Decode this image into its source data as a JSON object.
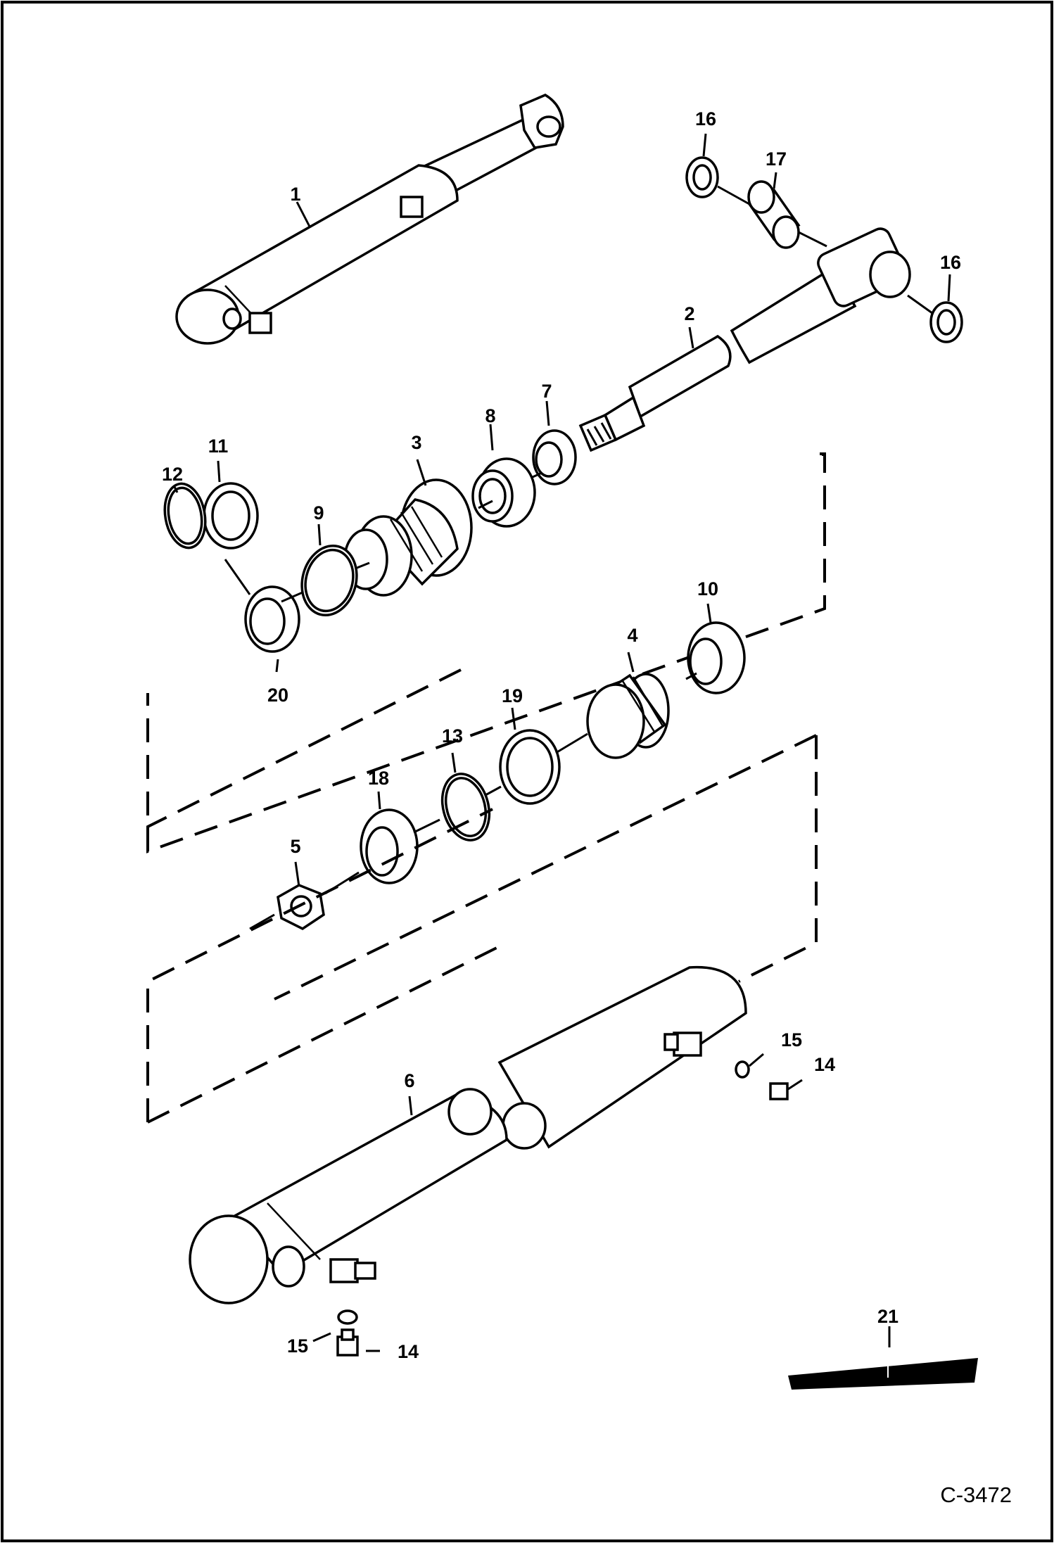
{
  "figure_code": "C-3472",
  "callouts": {
    "c1": "1",
    "c2": "2",
    "c3": "3",
    "c4": "4",
    "c5": "5",
    "c6": "6",
    "c7": "7",
    "c8": "8",
    "c9": "9",
    "c10": "10",
    "c11": "11",
    "c12": "12",
    "c13": "13",
    "c14a": "14",
    "c14b": "14",
    "c15a": "15",
    "c15b": "15",
    "c16a": "16",
    "c16b": "16",
    "c17": "17",
    "c18": "18",
    "c19": "19",
    "c20": "20",
    "c21": "21"
  }
}
